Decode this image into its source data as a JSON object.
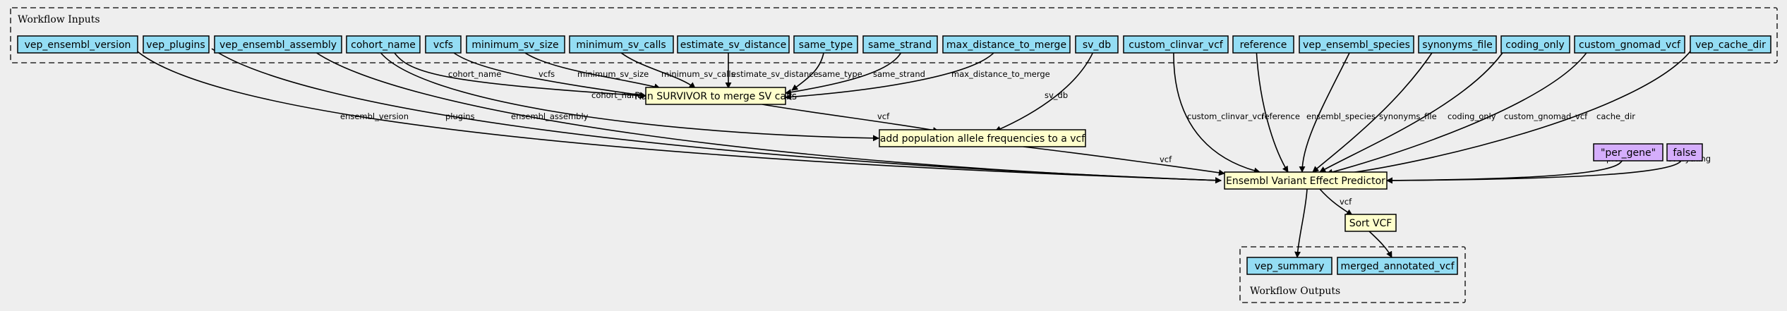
{
  "clusters": {
    "inputs_label": "Workflow Inputs",
    "outputs_label": "Workflow Outputs"
  },
  "inputs": {
    "vep_ensembl_version": "vep_ensembl_version",
    "vep_plugins": "vep_plugins",
    "vep_ensembl_assembly": "vep_ensembl_assembly",
    "cohort_name": "cohort_name",
    "vcfs": "vcfs",
    "minimum_sv_size": "minimum_sv_size",
    "minimum_sv_calls": "minimum_sv_calls",
    "estimate_sv_distance": "estimate_sv_distance",
    "same_type": "same_type",
    "same_strand": "same_strand",
    "max_distance_to_merge": "max_distance_to_merge",
    "sv_db": "sv_db",
    "custom_clinvar_vcf": "custom_clinvar_vcf",
    "reference": "reference",
    "vep_ensembl_species": "vep_ensembl_species",
    "synonyms_file": "synonyms_file",
    "coding_only": "coding_only",
    "custom_gnomad_vcf": "custom_gnomad_vcf",
    "vep_cache_dir": "vep_cache_dir"
  },
  "steps": {
    "survivor": "Run SURVIVOR to merge SV calls",
    "allele_freq": "add population allele frequencies to a vcf",
    "vep": "Ensembl Variant Effect Predictor",
    "sort_vcf": "Sort VCF"
  },
  "constants": {
    "per_gene": "\"per_gene\"",
    "false_val": "false"
  },
  "outputs": {
    "vep_summary": "vep_summary",
    "merged_annotated_vcf": "merged_annotated_vcf"
  },
  "edge_labels": {
    "cohort_name_survivor": "cohort_name",
    "vcfs": "vcfs",
    "minimum_sv_size": "minimum_sv_size",
    "minimum_sv_calls": "minimum_sv_calls",
    "estimate_sv_distance": "estimate_sv_distance",
    "same_type": "same_type",
    "same_strand": "same_strand",
    "max_distance_to_merge": "max_distance_to_merge",
    "sv_db": "sv_db",
    "cohort_name_af": "cohort_name",
    "survivor_vcf": "vcf",
    "ensembl_version": "ensembl_version",
    "plugins": "plugins",
    "ensembl_assembly": "ensembl_assembly",
    "af_vcf": "vcf",
    "custom_clinvar_vcf": "custom_clinvar_vcf",
    "reference": "reference",
    "ensembl_species": "ensembl_species",
    "synonyms_file": "synonyms_file",
    "coding_only": "coding_only",
    "custom_gnomad_vcf": "custom_gnomad_vcf",
    "cache_dir": "cache_dir",
    "pick": "pick",
    "everything": "everything",
    "vep_vcf": "vcf"
  },
  "colors": {
    "input_fill": "#94ddf4",
    "step_fill": "#ffffcc",
    "constant_fill": "#d5aefc",
    "background": "#eeeeee"
  }
}
